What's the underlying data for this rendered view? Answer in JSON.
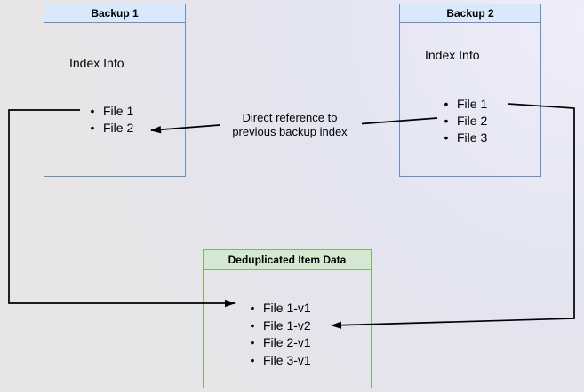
{
  "diagram": {
    "backup1": {
      "title": "Backup 1",
      "index_label": "Index Info",
      "files": [
        "File 1",
        "File 2"
      ]
    },
    "backup2": {
      "title": "Backup 2",
      "index_label": "Index Info",
      "files": [
        "File 1",
        "File 2",
        "File 3"
      ]
    },
    "dedup": {
      "title": "Deduplicated Item Data",
      "files": [
        "File 1-v1",
        "File 1-v2",
        "File 2-v1",
        "File 3-v1"
      ]
    },
    "annotation": {
      "line1": "Direct reference to",
      "line2": "previous backup index"
    }
  },
  "colors": {
    "backup_header_fill": "#dae8fc",
    "backup_border": "#6c8ebf",
    "dedup_header_fill": "#d5e8d4",
    "dedup_border": "#82b366",
    "arrow": "#000000",
    "text": "#000000"
  }
}
